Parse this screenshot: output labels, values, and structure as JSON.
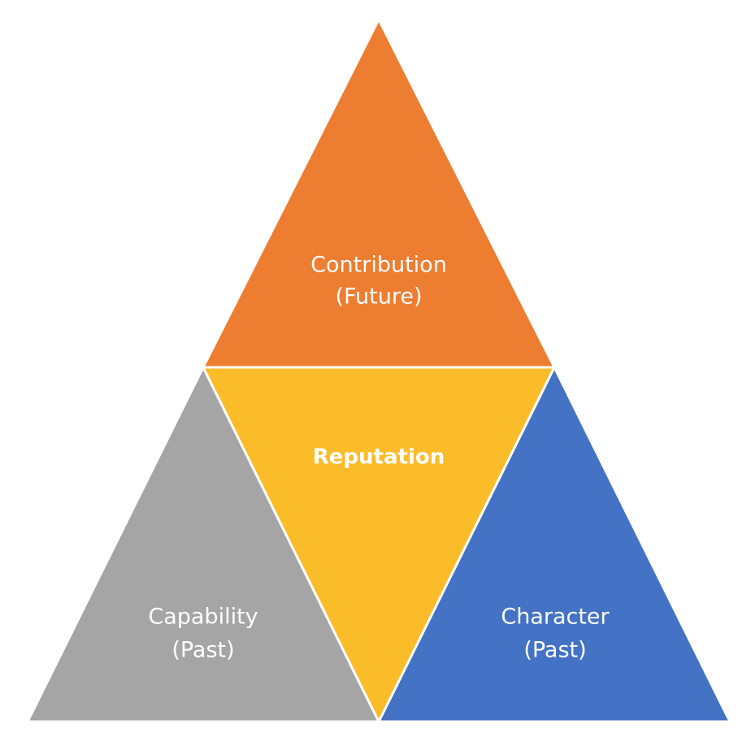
{
  "colors": {
    "contribution": "#ED7D31",
    "reputation": "#FBBC29",
    "capability": "#A5A5A5",
    "character": "#4472C4",
    "label_text": "#FFFFFF",
    "background": "#FFFFFF"
  },
  "triangles": {
    "top": {
      "line1": "Contribution",
      "line2": "(Future)"
    },
    "center": {
      "line1": "Reputation"
    },
    "left": {
      "line1": "Capability",
      "line2": "(Past)"
    },
    "right": {
      "line1": "Character",
      "line2": "(Past)"
    }
  }
}
